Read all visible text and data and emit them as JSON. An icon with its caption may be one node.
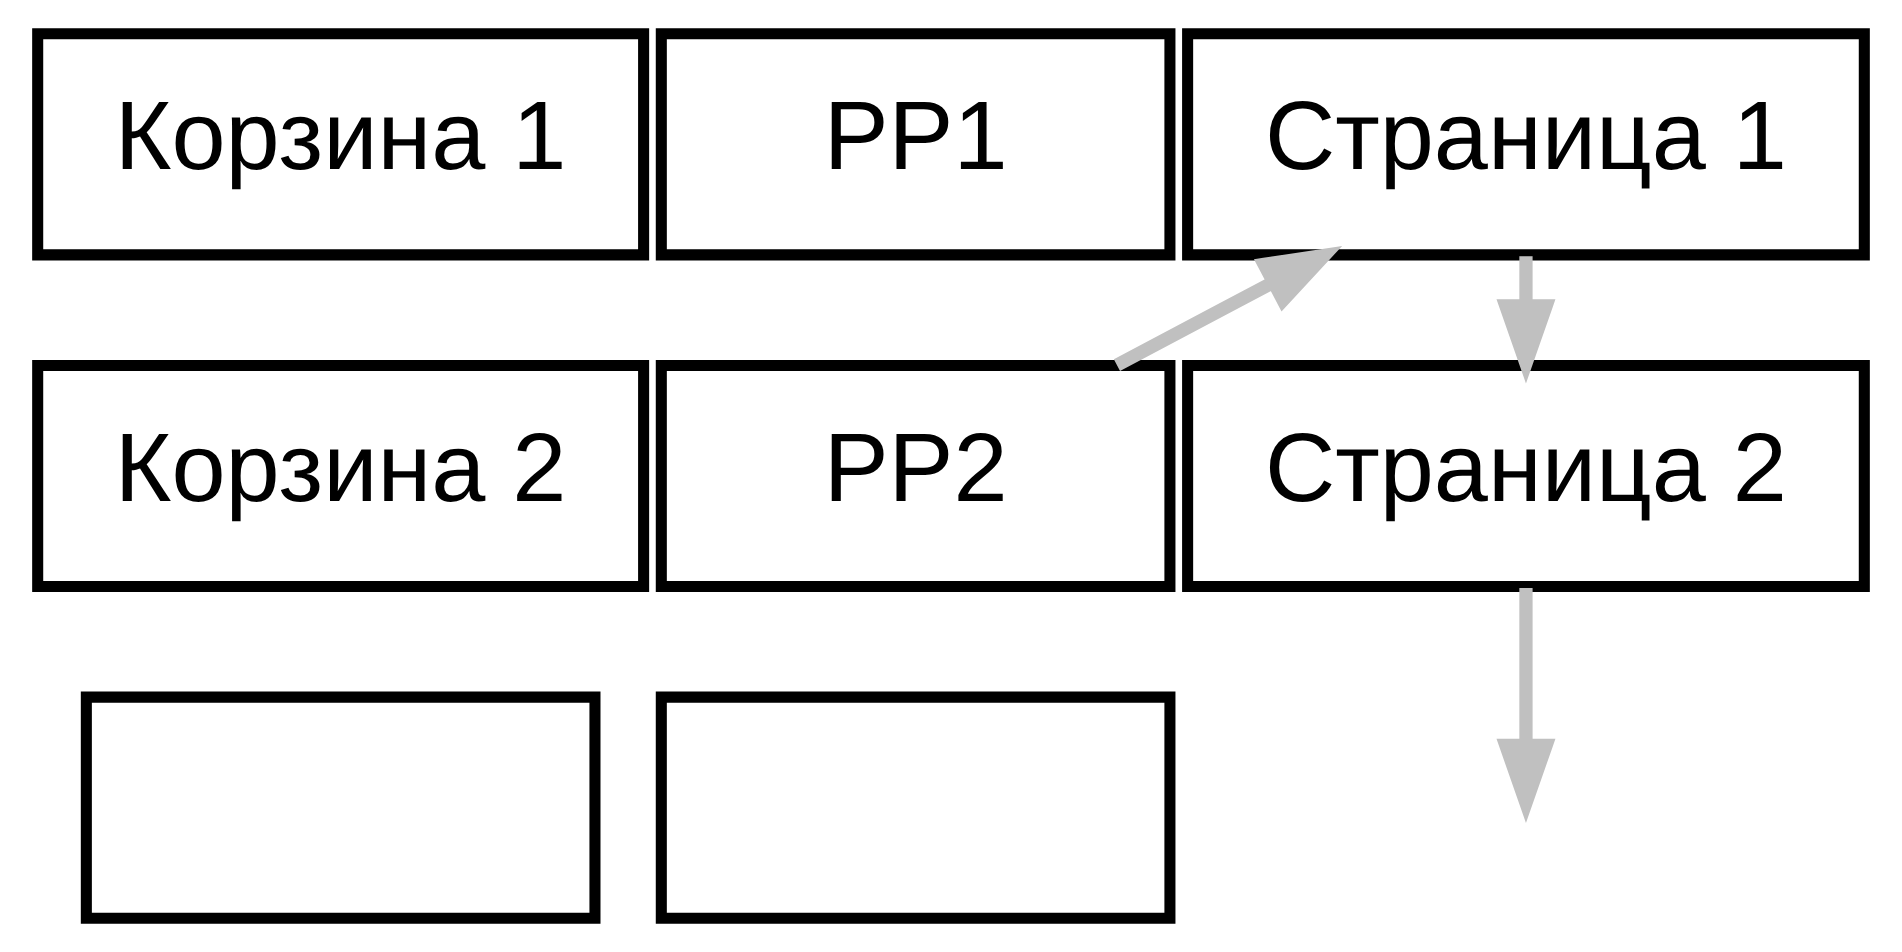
{
  "diagram": {
    "nodes": [
      {
        "text": [
          "Корзина 1"
        ]
      },
      {
        "text": [
          "PP1"
        ]
      },
      {
        "text": [
          "Корзина 2"
        ]
      },
      {
        "text": [
          "PP2"
        ]
      },
      {
        "text": [],
        "shape": "box"
      },
      {
        "text": [],
        "shape": "box"
      },
      {
        "text": [
          "Страница 1"
        ]
      },
      {
        "text": [
          "Страница 2"
        ]
      }
    ],
    "edges": [
      {
        "from": 3,
        "to": 6,
        "arrow": "to"
      },
      {
        "from": 6,
        "to": 7,
        "arrow": "to"
      },
      {
        "from": 7,
        "to": null,
        "arrow": "to"
      }
    ]
  }
}
